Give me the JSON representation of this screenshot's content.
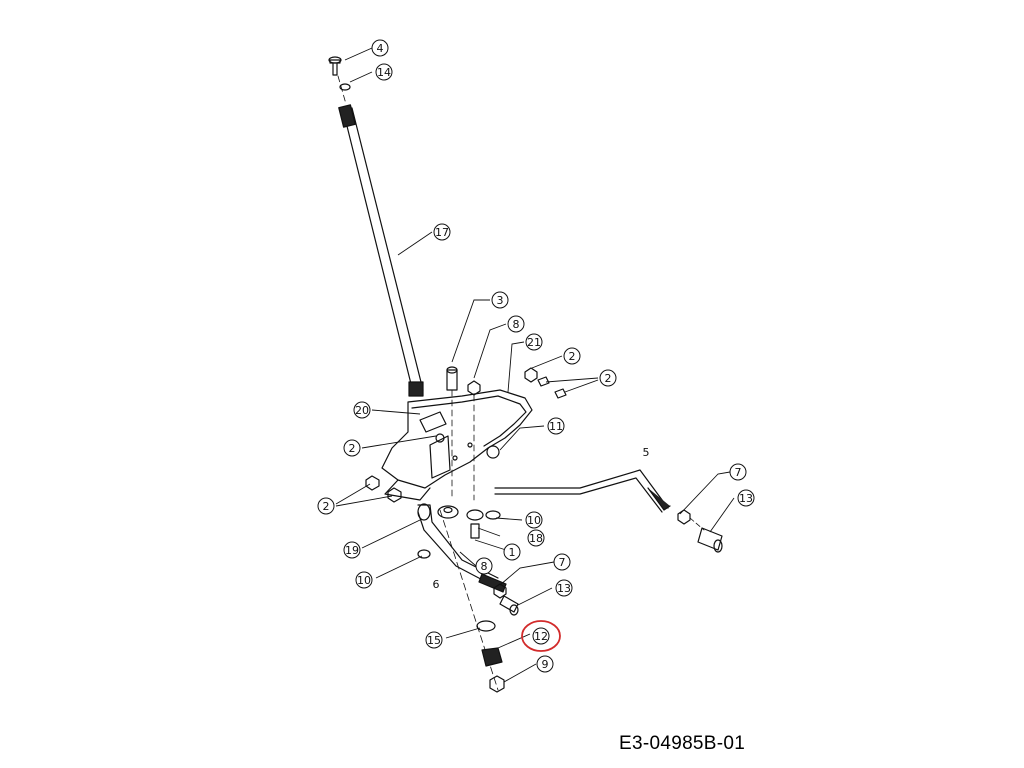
{
  "drawing_code": "E3-04985B-01",
  "highlight_color": "#d22b2b",
  "line_color": "#111111",
  "callouts": [
    {
      "id": "c4",
      "label": "4"
    },
    {
      "id": "c14",
      "label": "14"
    },
    {
      "id": "c17",
      "label": "17"
    },
    {
      "id": "c3",
      "label": "3"
    },
    {
      "id": "c8a",
      "label": "8"
    },
    {
      "id": "c21",
      "label": "21"
    },
    {
      "id": "c2a",
      "label": "2"
    },
    {
      "id": "c2b",
      "label": "2"
    },
    {
      "id": "c20",
      "label": "20"
    },
    {
      "id": "c2c",
      "label": "2"
    },
    {
      "id": "c11",
      "label": "11"
    },
    {
      "id": "c2d",
      "label": "2"
    },
    {
      "id": "c7a",
      "label": "7"
    },
    {
      "id": "c13a",
      "label": "13"
    },
    {
      "id": "c10a",
      "label": "10"
    },
    {
      "id": "c18",
      "label": "18"
    },
    {
      "id": "c1",
      "label": "1"
    },
    {
      "id": "c19",
      "label": "19"
    },
    {
      "id": "c8b",
      "label": "8"
    },
    {
      "id": "c10b",
      "label": "10"
    },
    {
      "id": "c7b",
      "label": "7"
    },
    {
      "id": "c13b",
      "label": "13"
    },
    {
      "id": "c15",
      "label": "15"
    },
    {
      "id": "c12",
      "label": "12",
      "highlighted": true
    },
    {
      "id": "c9",
      "label": "9"
    }
  ],
  "plain_labels": [
    {
      "id": "p5",
      "label": "5"
    },
    {
      "id": "p6",
      "label": "6"
    }
  ]
}
